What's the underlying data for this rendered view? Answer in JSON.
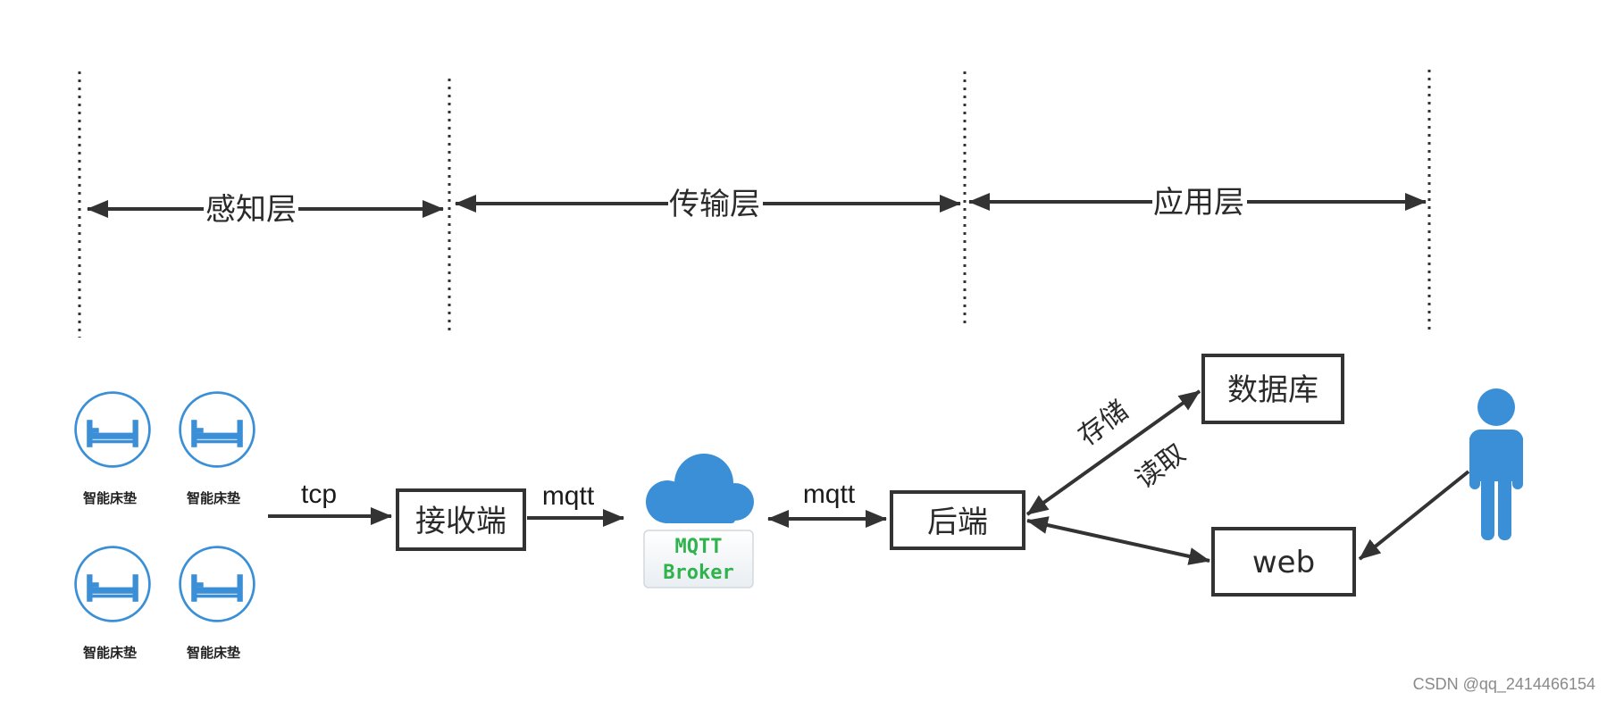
{
  "layers": [
    "感知层",
    "传输层",
    "应用层"
  ],
  "devices": {
    "label": "智能床垫",
    "icon": "bed-icon",
    "count": 4
  },
  "boxes": {
    "receiver": "接收端",
    "backend": "后端",
    "database": "数据库",
    "web": "web"
  },
  "edges": {
    "tcp": "tcp",
    "mqtt_in": "mqtt",
    "mqtt_out": "mqtt",
    "store": "存储",
    "read": "读取"
  },
  "broker": {
    "line1": "MQTT",
    "line2": "Broker",
    "icon": "cloud-icon"
  },
  "user": {
    "icon": "user-icon"
  },
  "watermark": "CSDN @qq_2414466154",
  "colors": {
    "accent": "#3a8fd6",
    "line": "#333333",
    "broker_text": "#2fb34c"
  }
}
